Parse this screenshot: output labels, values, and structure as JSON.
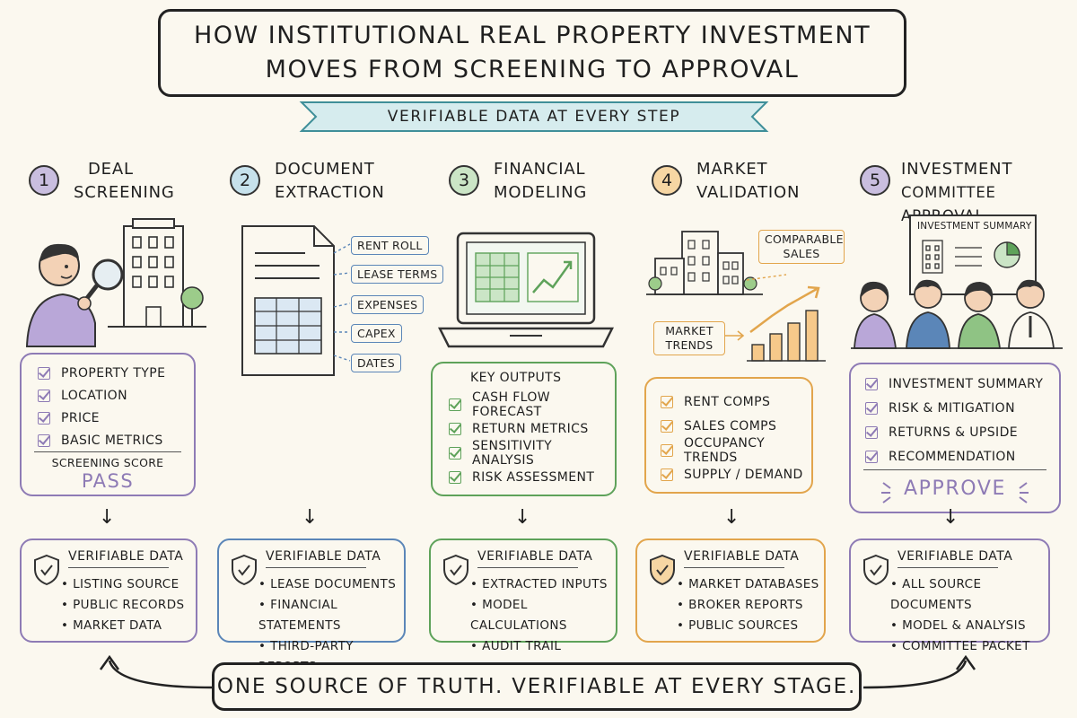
{
  "title": {
    "line1": "HOW INSTITUTIONAL REAL PROPERTY INVESTMENT",
    "line2": "MOVES FROM SCREENING TO APPROVAL"
  },
  "subtitle": "VERIFIABLE DATA AT EVERY STEP",
  "colors": {
    "step1": "#8e7bb5",
    "step2": "#5b86b8",
    "step3": "#5ea25a",
    "step4": "#e2a54c",
    "step5": "#8e7bb5",
    "ribbon": "#d6ecee",
    "ribbon_border": "#3f8f99"
  },
  "steps": [
    {
      "number": "1",
      "title_line1": "DEAL",
      "title_line2": "SCREENING",
      "checklist": [
        "PROPERTY TYPE",
        "LOCATION",
        "PRICE",
        "BASIC METRICS"
      ],
      "score_label": "SCREENING SCORE",
      "score_value": "PASS",
      "verifiable_title": "VERIFIABLE DATA",
      "verifiable_items": [
        "LISTING SOURCE",
        "PUBLIC RECORDS",
        "MARKET DATA"
      ]
    },
    {
      "number": "2",
      "title_line1": "DOCUMENT",
      "title_line2": "EXTRACTION",
      "doc_tags": [
        "RENT ROLL",
        "LEASE TERMS",
        "EXPENSES",
        "CAPEX",
        "DATES"
      ],
      "verifiable_title": "VERIFIABLE DATA",
      "verifiable_items": [
        "LEASE DOCUMENTS",
        "FINANCIAL STATEMENTS",
        "THIRD-PARTY REPORTS"
      ]
    },
    {
      "number": "3",
      "title_line1": "FINANCIAL",
      "title_line2": "MODELING",
      "outputs_title": "KEY OUTPUTS",
      "checklist": [
        "CASH FLOW FORECAST",
        "RETURN METRICS",
        "SENSITIVITY ANALYSIS",
        "RISK ASSESSMENT"
      ],
      "verifiable_title": "VERIFIABLE DATA",
      "verifiable_items": [
        "EXTRACTED INPUTS",
        "MODEL CALCULATIONS",
        "AUDIT TRAIL"
      ]
    },
    {
      "number": "4",
      "title_line1": "MARKET",
      "title_line2": "VALIDATION",
      "tag_comparable_line1": "COMPARABLE",
      "tag_comparable_line2": "SALES",
      "tag_trends_line1": "MARKET",
      "tag_trends_line2": "TRENDS",
      "checklist": [
        "RENT COMPS",
        "SALES COMPS",
        "OCCUPANCY TRENDS",
        "SUPPLY / DEMAND"
      ],
      "verifiable_title": "VERIFIABLE DATA",
      "verifiable_items": [
        "MARKET DATABASES",
        "BROKER REPORTS",
        "PUBLIC SOURCES"
      ]
    },
    {
      "number": "5",
      "title_line1": "INVESTMENT",
      "title_line2": "COMMITTEE APPROVAL",
      "board_title": "INVESTMENT SUMMARY",
      "checklist": [
        "INVESTMENT SUMMARY",
        "RISK & MITIGATION",
        "RETURNS & UPSIDE",
        "RECOMMENDATION"
      ],
      "decision": "APPROVE",
      "verifiable_title": "VERIFIABLE DATA",
      "verifiable_items": [
        "ALL SOURCE DOCUMENTS",
        "MODEL & ANALYSIS",
        "COMMITTEE PACKET"
      ]
    }
  ],
  "footer": "ONE SOURCE OF TRUTH.  VERIFIABLE AT EVERY STAGE."
}
